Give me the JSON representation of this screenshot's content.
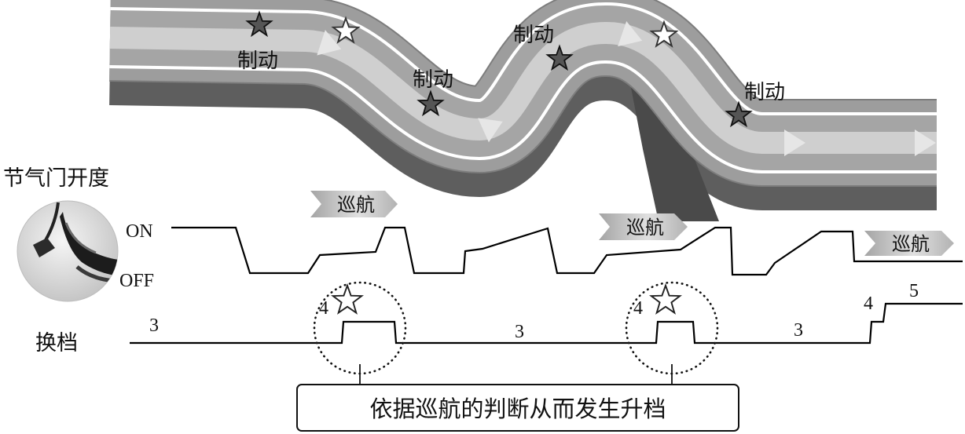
{
  "road": {
    "brake_labels": [
      "制动",
      "制动",
      "制动",
      "制动"
    ]
  },
  "throttle": {
    "title": "节气门开度",
    "on_label": "ON",
    "off_label": "OFF",
    "cruise_banners": [
      "巡航",
      "巡航",
      "巡航"
    ]
  },
  "gear": {
    "title": "换档",
    "labels": [
      "3",
      "4",
      "3",
      "4",
      "3",
      "4",
      "5"
    ]
  },
  "note": {
    "text": "依据巡航的判断从而发生升档"
  },
  "icons": {
    "brake_point": "star-filled-icon",
    "cruise_point": "star-outline-icon",
    "pedal": "accelerator-pedal-icon",
    "cruise_banner": "arrow-banner-icon"
  },
  "colors": {
    "road_side": "#5e5e5e",
    "road_edge": "#7d7d7d",
    "road_top": "#9d9d9d",
    "lane_line": "#ffffff",
    "lane_bg": "#a5a5a5",
    "center_lane": "#cfcfcf",
    "signal_line": "#000000"
  }
}
